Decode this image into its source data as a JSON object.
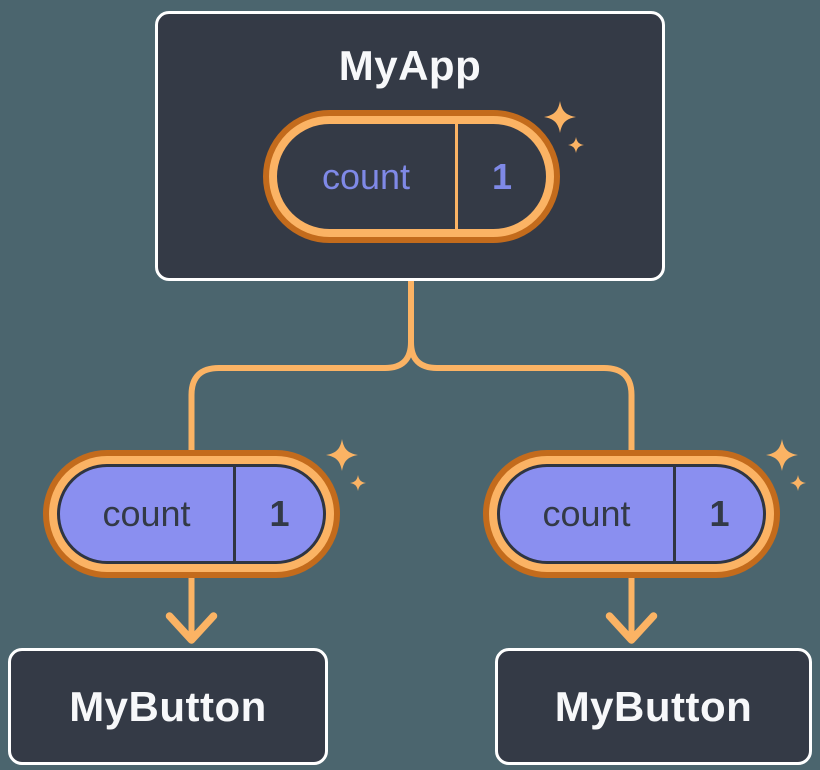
{
  "colors": {
    "background": "#4B656E",
    "node-fill": "#343A46",
    "node-border": "#FFFFFF",
    "ring-outer": "#C36B1C",
    "ring-inner": "#FBB364",
    "purple-fill": "#8A8FF0",
    "purple-text": "#7F89E7",
    "dark-text": "#333A46",
    "dark-line": "#2F3541",
    "white-text": "#F7F8FA"
  },
  "tree": {
    "root": {
      "title": "MyApp",
      "state": {
        "label": "count",
        "value": "1"
      }
    },
    "children": [
      {
        "title": "MyButton",
        "state": {
          "label": "count",
          "value": "1"
        }
      },
      {
        "title": "MyButton",
        "state": {
          "label": "count",
          "value": "1"
        }
      }
    ]
  },
  "icons": {
    "sparkle": "sparkle-icon"
  }
}
